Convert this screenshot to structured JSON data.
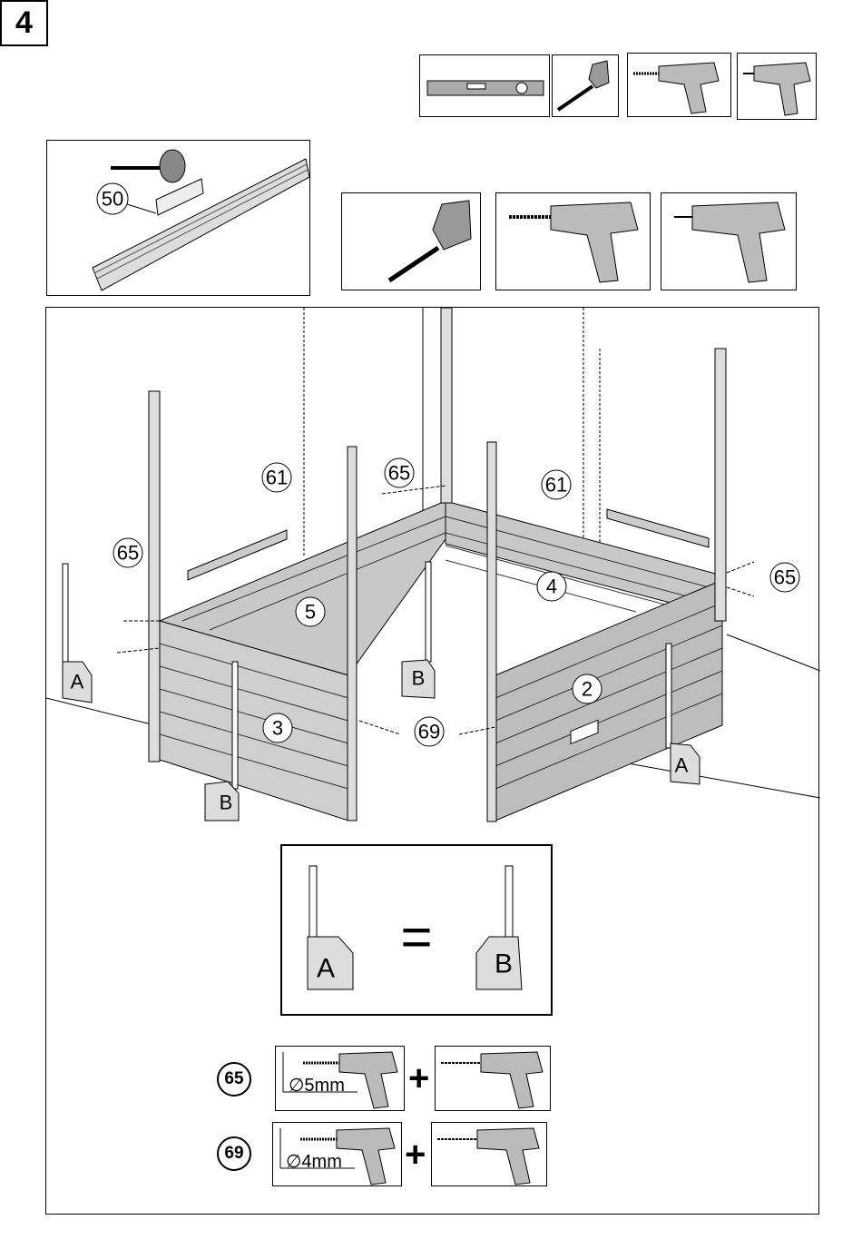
{
  "step": {
    "number": "4"
  },
  "tools_top": [
    "spirit-level",
    "tape-measure",
    "drill",
    "screwdriver"
  ],
  "inset": {
    "part_label": "50"
  },
  "tools_second_row": [
    "tape-measure",
    "drill",
    "screwdriver"
  ],
  "main": {
    "callouts": {
      "post_left": "61",
      "post_right": "61",
      "screws_back": "65",
      "screws_left": "65",
      "screws_right": "65",
      "screws_front": "69",
      "wall_back_left": "5",
      "wall_back_right": "4",
      "wall_front_left": "3",
      "wall_front_right": "2"
    },
    "markers": {
      "a_left": "A",
      "a_right": "A",
      "b_left": "B",
      "b_center": "B"
    }
  },
  "equality": {
    "left": "A",
    "sign": "=",
    "right": "B"
  },
  "drilling": [
    {
      "part": "65",
      "diameter": "∅5mm",
      "plus": "+"
    },
    {
      "part": "69",
      "diameter": "∅4mm",
      "plus": "+"
    }
  ],
  "colors": {
    "wall": "#c8c8c8",
    "wall_dark": "#9a9a9a",
    "line": "#000000"
  }
}
